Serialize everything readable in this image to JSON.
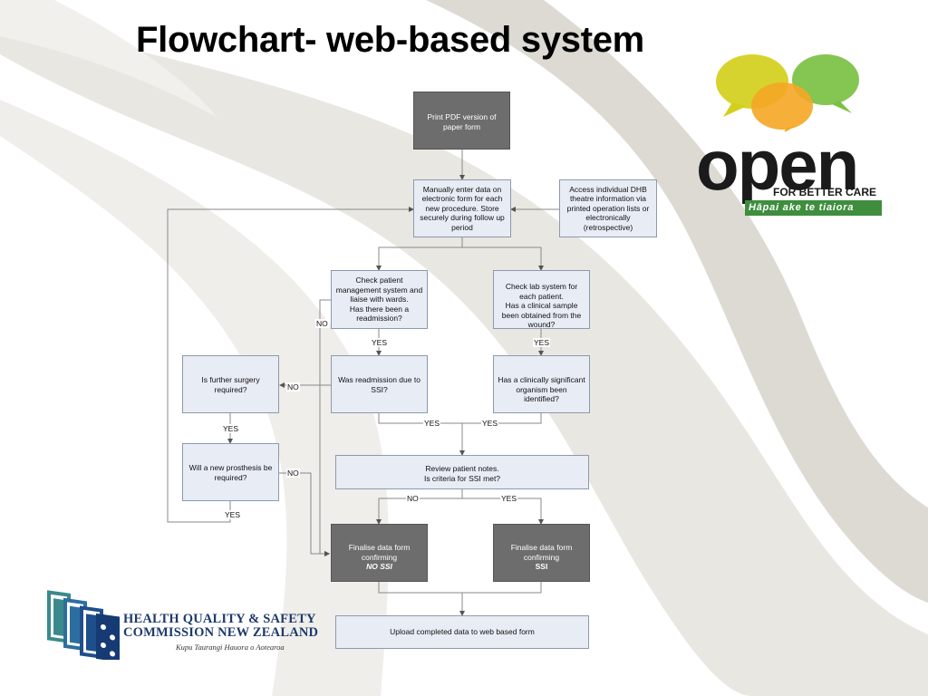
{
  "title": "Flowchart- web-based system",
  "logos": {
    "open": {
      "word": "open",
      "tagline": "FOR BETTER CARE",
      "maori_tagline": "Hāpai ake te tiaiora"
    },
    "hqsc": {
      "line1": "HEALTH QUALITY & SAFETY",
      "line2": "COMMISSION NEW ZEALAND",
      "line3": "Kupu Taurangi Hauora o Aotearoa"
    }
  },
  "nodes": {
    "print_pdf": "Print PDF version of paper form",
    "manual_entry": "Manually enter data on electronic form for each new procedure. Store securely during follow up period",
    "access_dhb": "Access individual DHB theatre information via printed operation lists or electronically (retrospective)",
    "check_pms": "Check patient management system and liaise with wards.\nHas there been a readmission?",
    "check_lab": "Check lab system for each patient.\nHas a clinical sample been obtained from the wound?",
    "further_surgery": "Is further surgery required?",
    "readmission_ssi": "Was readmission due to SSI?",
    "significant_organism": "Has a clinically significant organism been identified?",
    "new_prosthesis": "Will a new prosthesis be required?",
    "review_notes": "Review patient notes.\nIs criteria for SSI met?",
    "finalise_no_ssi_l1": "Finalise data form confirming",
    "finalise_no_ssi_l2": "NO SSI",
    "finalise_ssi_l1": "Finalise data form confirming",
    "finalise_ssi_l2": "SSI",
    "upload": "Upload completed data to web based form"
  },
  "edge_labels": {
    "no_readmission": "NO",
    "yes_readmission": "YES",
    "yes_lab": "YES",
    "no_ssi_readmit": "NO",
    "yes_further_surgery": "YES",
    "yes_readmit_ssi": "YES",
    "yes_organism": "YES",
    "no_prosthesis": "NO",
    "yes_prosthesis": "YES",
    "no_criteria": "NO",
    "yes_criteria": "YES"
  }
}
